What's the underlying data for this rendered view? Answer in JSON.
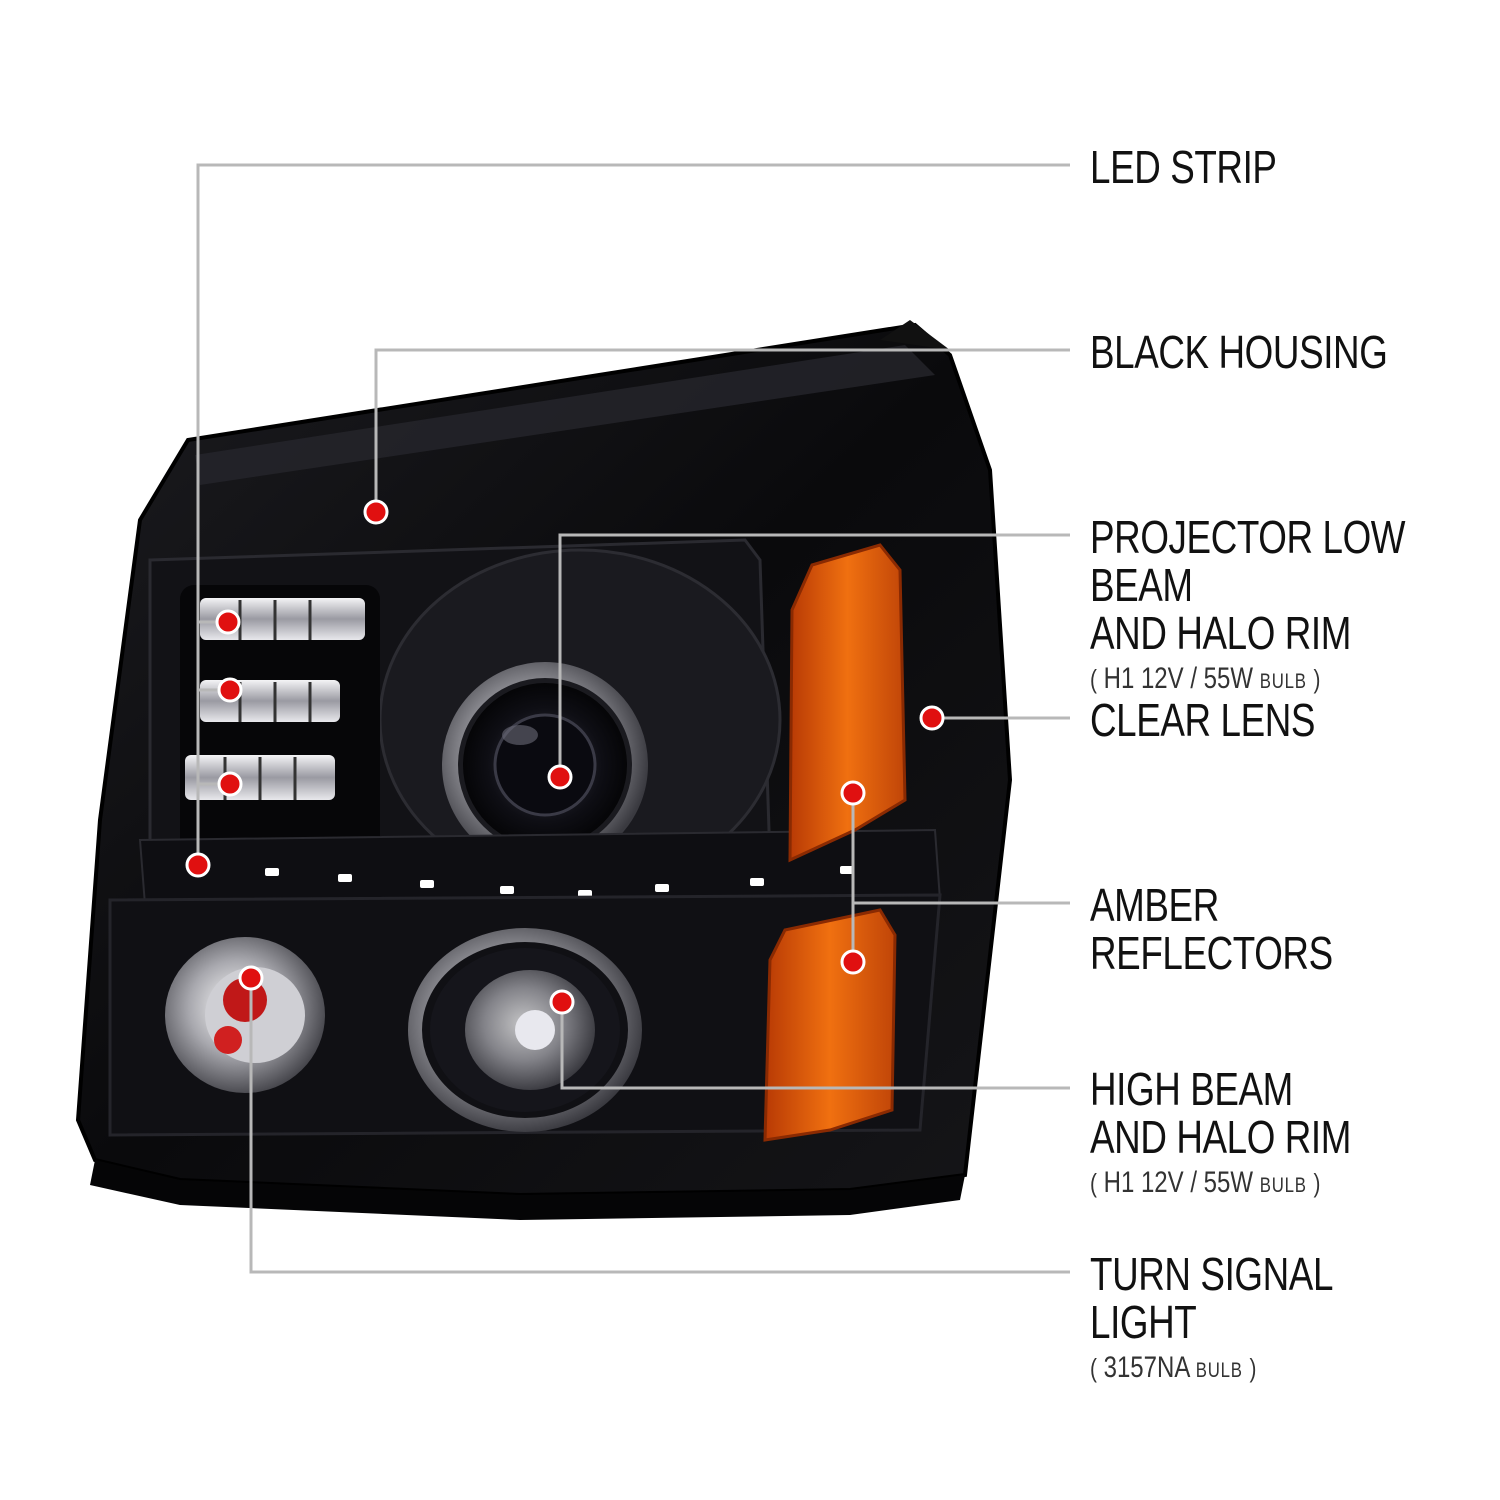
{
  "colors": {
    "callout_line": "#b8b8b8",
    "callout_dot": "#e01010",
    "housing": "#0a0a0c",
    "amber": "#e35a0a",
    "label_text": "#111111"
  },
  "callouts": {
    "led_strip": {
      "title": "LED STRIP"
    },
    "black_housing": {
      "title": "BLACK HOUSING"
    },
    "projector_low_beam": {
      "line1": "PROJECTOR LOW BEAM",
      "line2": "AND HALO RIM",
      "open": "(",
      "spec": "H1  12V / 55W",
      "unit": "BULB",
      "close": ")"
    },
    "clear_lens": {
      "title": "CLEAR LENS"
    },
    "amber_reflectors": {
      "title": "AMBER REFLECTORS"
    },
    "high_beam": {
      "line1": "HIGH BEAM",
      "line2": "AND HALO RIM",
      "open": "(",
      "spec": "H1  12V / 55W",
      "unit": "BULB",
      "close": ")"
    },
    "turn_signal": {
      "title": "TURN SIGNAL LIGHT",
      "open": "(",
      "spec": "3157NA",
      "unit": "BULB",
      "close": ")"
    }
  }
}
